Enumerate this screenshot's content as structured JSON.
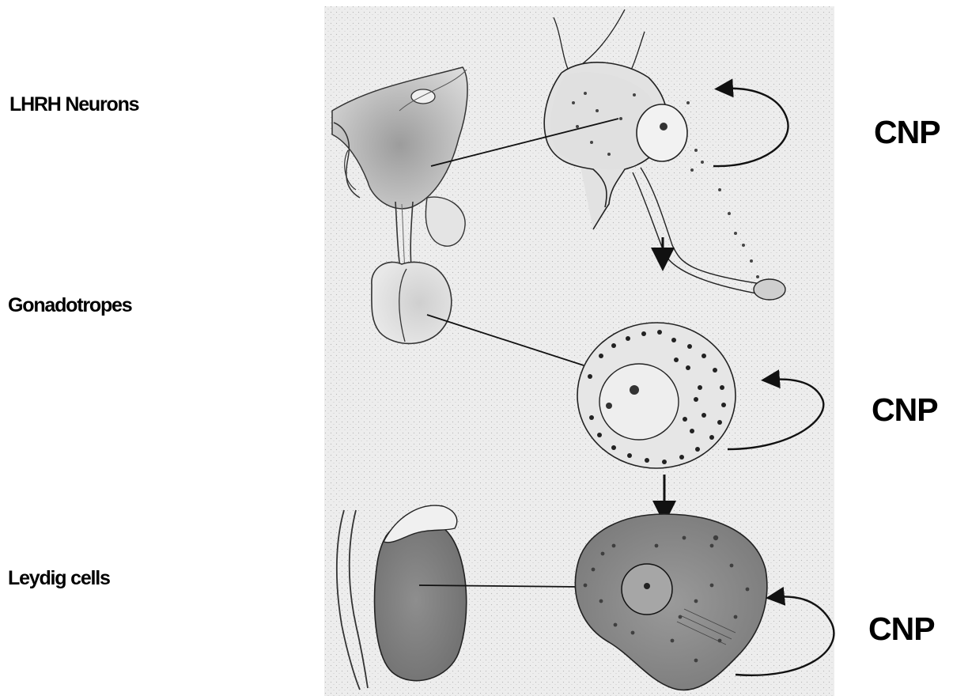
{
  "labels": {
    "lhrh_neurons": "LHRH Neurons",
    "gonadotropes": "Gonadotropes",
    "leydig_cells": "Leydig cells"
  },
  "cnp": {
    "neurons": "CNP",
    "gonadotropes": "CNP",
    "leydig": "CNP"
  },
  "colors": {
    "text": "#000000",
    "panel_background": "#ededed",
    "stipple": "#b5b5b5",
    "stroke": "#1a1a1a",
    "dark_tissue": "#7a7a7a"
  }
}
